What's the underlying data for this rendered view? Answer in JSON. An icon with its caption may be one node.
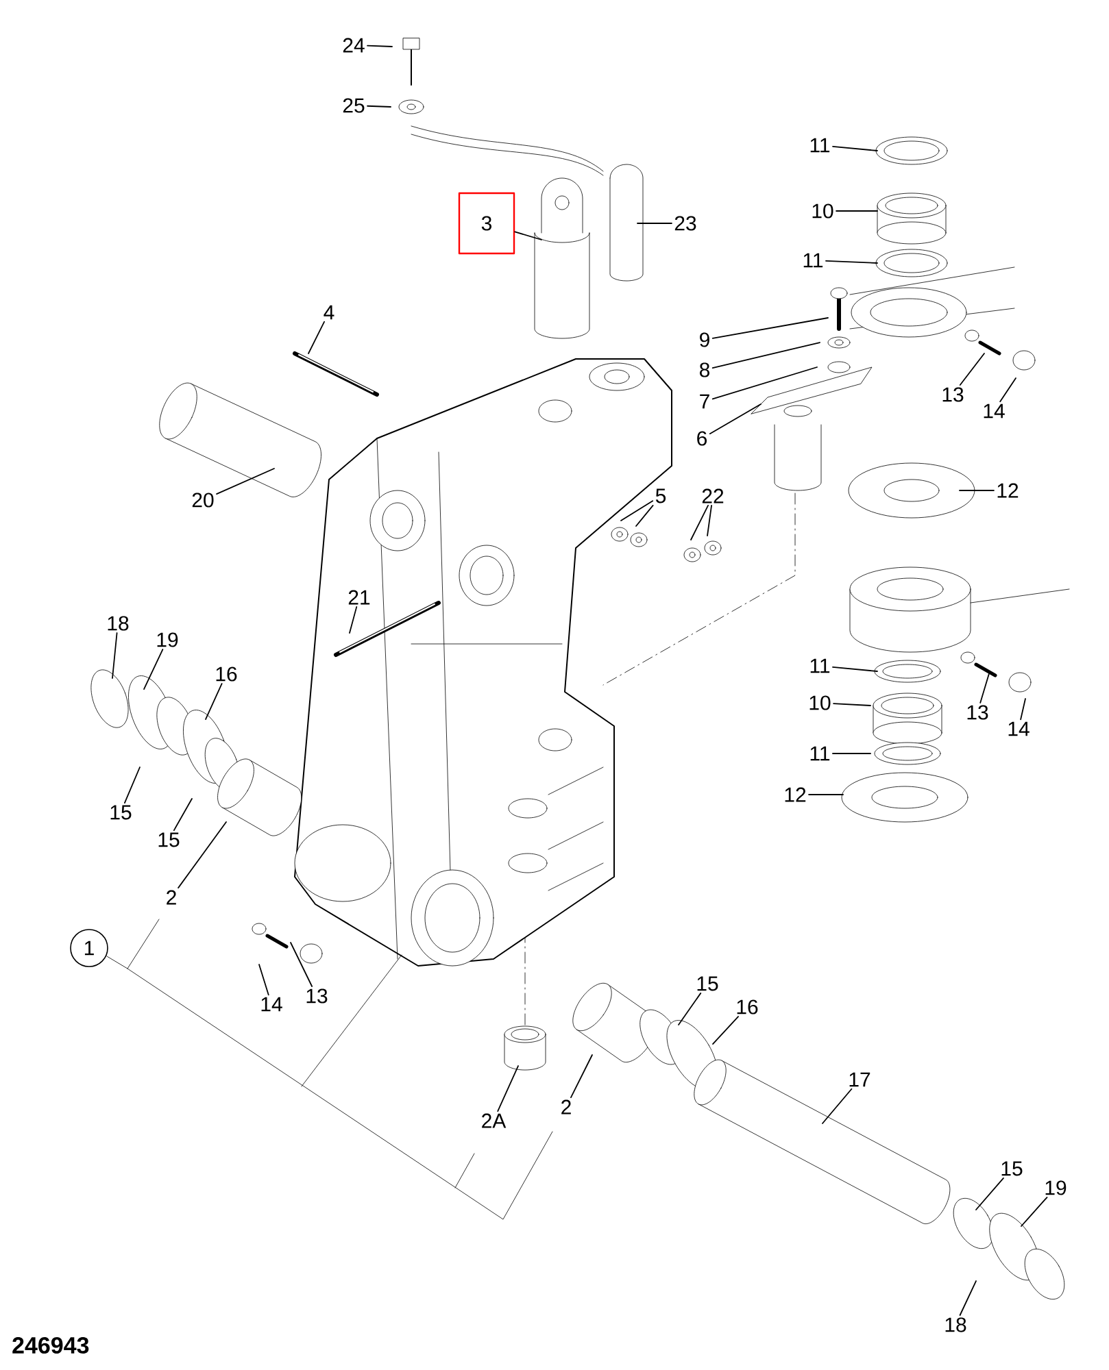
{
  "diagram": {
    "nodes": [
      {
        "text": [
          "24"
        ]
      },
      {
        "text": [
          "25"
        ]
      },
      {
        "text": [
          "3"
        ]
      },
      {
        "text": [
          "23"
        ]
      },
      {
        "text": [
          "4"
        ]
      },
      {
        "text": [
          "11"
        ]
      },
      {
        "text": [
          "10"
        ]
      },
      {
        "text": [
          "11"
        ]
      },
      {
        "text": [
          "9"
        ]
      },
      {
        "text": [
          "8"
        ]
      },
      {
        "text": [
          "7"
        ]
      },
      {
        "text": [
          "6"
        ]
      },
      {
        "text": [
          "13"
        ]
      },
      {
        "text": [
          "14"
        ]
      },
      {
        "text": [
          "20"
        ]
      },
      {
        "text": [
          "5"
        ]
      },
      {
        "text": [
          "22"
        ]
      },
      {
        "text": [
          "12"
        ]
      },
      {
        "text": [
          "21"
        ]
      },
      {
        "text": [
          "18"
        ]
      },
      {
        "text": [
          "19"
        ]
      },
      {
        "text": [
          "16"
        ]
      },
      {
        "text": [
          "11"
        ]
      },
      {
        "text": [
          "13"
        ]
      },
      {
        "text": [
          "14"
        ]
      },
      {
        "text": [
          "10"
        ]
      },
      {
        "text": [
          "11"
        ]
      },
      {
        "text": [
          "15"
        ]
      },
      {
        "text": [
          "12"
        ]
      },
      {
        "text": [
          "15"
        ]
      },
      {
        "text": [
          "2"
        ]
      },
      {
        "text": [
          "1"
        ]
      },
      {
        "text": [
          "14"
        ]
      },
      {
        "text": [
          "13"
        ]
      },
      {
        "text": [
          "15"
        ]
      },
      {
        "text": [
          "16"
        ]
      },
      {
        "text": [
          "2A"
        ]
      },
      {
        "text": [
          "2"
        ]
      },
      {
        "text": [
          "17"
        ]
      },
      {
        "text": [
          "15"
        ]
      },
      {
        "text": [
          "19"
        ]
      },
      {
        "text": [
          "18"
        ]
      }
    ],
    "edges": [
      {
        "from": 0,
        "to": null,
        "arrow": "none"
      },
      {
        "from": 1,
        "to": null,
        "arrow": "none"
      },
      {
        "from": 2,
        "to": null,
        "arrow": "none"
      },
      {
        "from": 3,
        "to": null,
        "arrow": "none"
      },
      {
        "from": 4,
        "to": null,
        "arrow": "none"
      },
      {
        "from": 5,
        "to": null,
        "arrow": "none"
      },
      {
        "from": 6,
        "to": null,
        "arrow": "none"
      },
      {
        "from": 7,
        "to": null,
        "arrow": "none"
      },
      {
        "from": 8,
        "to": null,
        "arrow": "none"
      },
      {
        "from": 9,
        "to": null,
        "arrow": "none"
      },
      {
        "from": 10,
        "to": null,
        "arrow": "none"
      },
      {
        "from": 11,
        "to": null,
        "arrow": "none"
      },
      {
        "from": 12,
        "to": null,
        "arrow": "none"
      },
      {
        "from": 13,
        "to": null,
        "arrow": "none"
      },
      {
        "from": 14,
        "to": null,
        "arrow": "none"
      },
      {
        "from": 15,
        "to": null,
        "arrow": "none"
      },
      {
        "from": 15,
        "to": null,
        "arrow": "none"
      },
      {
        "from": 16,
        "to": null,
        "arrow": "none"
      },
      {
        "from": 16,
        "to": null,
        "arrow": "none"
      },
      {
        "from": 17,
        "to": null,
        "arrow": "none"
      },
      {
        "from": 18,
        "to": null,
        "arrow": "none"
      },
      {
        "from": 19,
        "to": null,
        "arrow": "none"
      },
      {
        "from": 20,
        "to": null,
        "arrow": "none"
      },
      {
        "from": 21,
        "to": null,
        "arrow": "none"
      },
      {
        "from": 22,
        "to": null,
        "arrow": "none"
      },
      {
        "from": 23,
        "to": null,
        "arrow": "none"
      },
      {
        "from": 24,
        "to": null,
        "arrow": "none"
      },
      {
        "from": 25,
        "to": null,
        "arrow": "none"
      },
      {
        "from": 26,
        "to": null,
        "arrow": "none"
      },
      {
        "from": 27,
        "to": null,
        "arrow": "none"
      },
      {
        "from": 28,
        "to": null,
        "arrow": "none"
      },
      {
        "from": 29,
        "to": null,
        "arrow": "none"
      },
      {
        "from": 30,
        "to": null,
        "arrow": "none"
      },
      {
        "from": 32,
        "to": null,
        "arrow": "none"
      },
      {
        "from": 33,
        "to": null,
        "arrow": "none"
      },
      {
        "from": 34,
        "to": null,
        "arrow": "none"
      },
      {
        "from": 35,
        "to": null,
        "arrow": "none"
      },
      {
        "from": 36,
        "to": null,
        "arrow": "none"
      },
      {
        "from": 37,
        "to": null,
        "arrow": "none"
      },
      {
        "from": 38,
        "to": null,
        "arrow": "none"
      },
      {
        "from": 39,
        "to": null,
        "arrow": "none"
      },
      {
        "from": 40,
        "to": null,
        "arrow": "none"
      },
      {
        "from": 41,
        "to": null,
        "arrow": "none"
      }
    ],
    "labels": [
      "246943"
    ]
  }
}
